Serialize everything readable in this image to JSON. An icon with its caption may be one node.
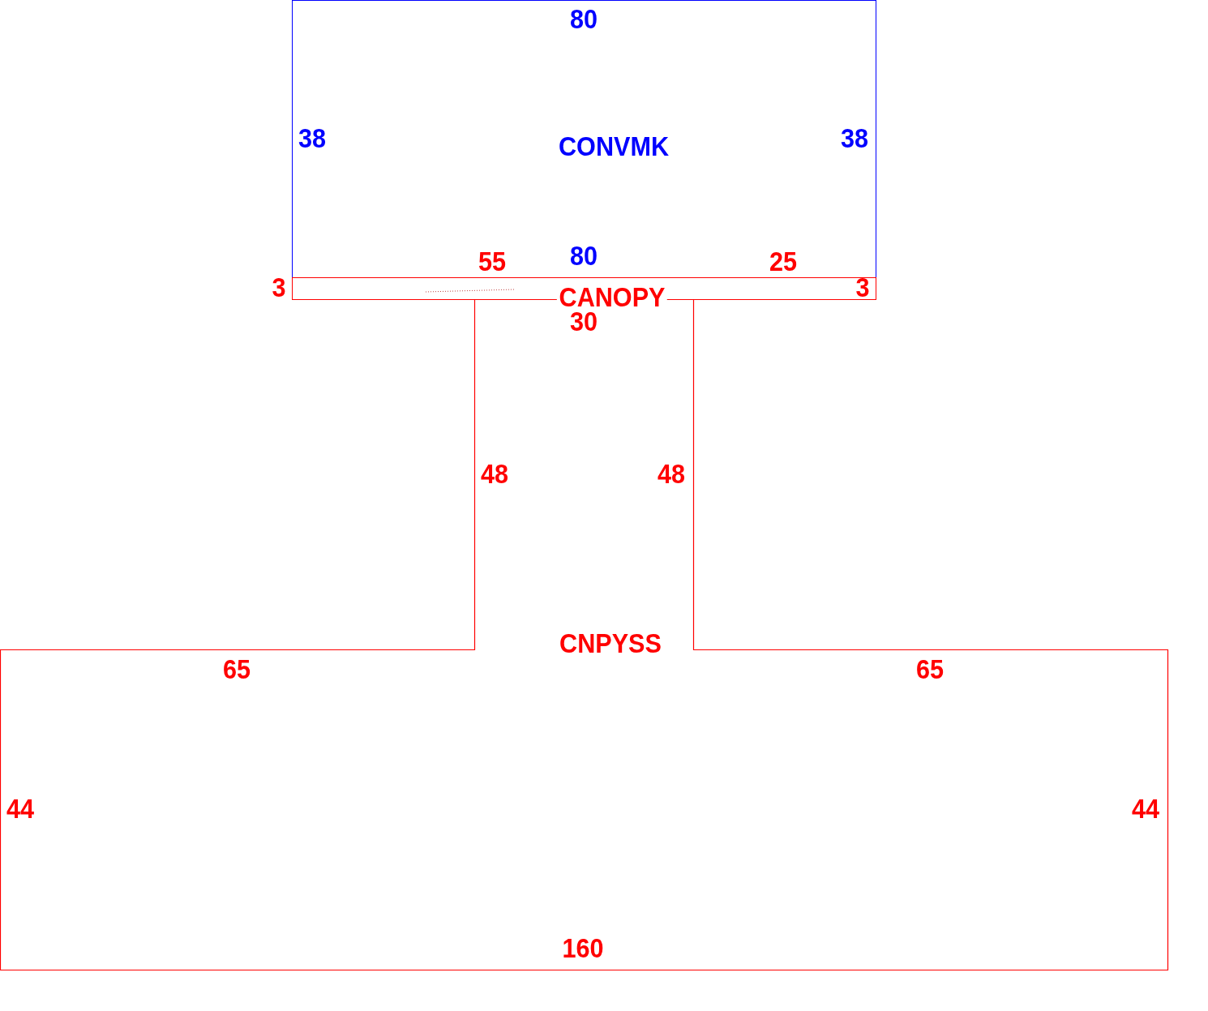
{
  "diagram": {
    "nodes": [
      {
        "text": [
          "CONVMK"
        ]
      },
      {
        "text": [
          "CANOPY"
        ]
      },
      {
        "text": [
          "CNPYSS"
        ]
      }
    ],
    "labels": [
      "80",
      "38",
      "38",
      "80",
      "3",
      "55",
      "25",
      "3",
      "30",
      "48",
      "48",
      "65",
      "65",
      "44",
      "44",
      "160"
    ]
  }
}
